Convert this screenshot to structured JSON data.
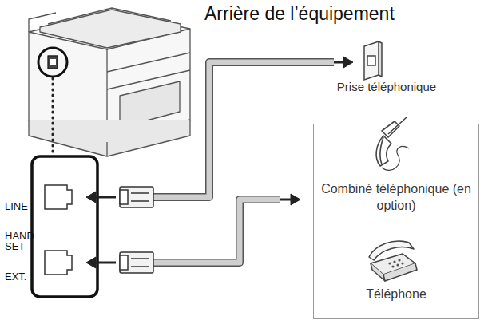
{
  "diagram": {
    "title": "Arrière de l’équipement",
    "nodes": [
      {
        "text": [
          "Combiné téléphonique (en option)",
          "Téléphone"
        ]
      }
    ],
    "labels": [
      "Prise téléphonique",
      "LINE",
      "HAND SET",
      "EXT."
    ]
  }
}
